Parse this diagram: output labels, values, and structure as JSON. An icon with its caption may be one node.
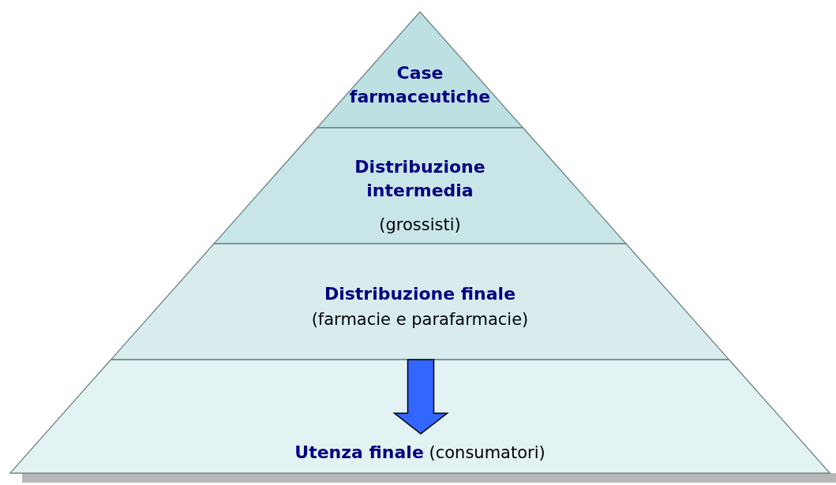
{
  "diagram": {
    "nodes": [
      {
        "text": [
          "Case farmaceutiche"
        ]
      },
      {
        "text": [
          "Distribuzione intermedia",
          "(grossisti)"
        ]
      },
      {
        "text": [
          "Distribuzione finale",
          "(farmacie e parafarmacie)"
        ]
      },
      {
        "text": [
          "**Utenza finale** (consumatori)"
        ]
      }
    ],
    "edges": [
      {
        "from": 2,
        "to": 3,
        "arrow": "to",
        "color": "#3366ff"
      }
    ]
  }
}
